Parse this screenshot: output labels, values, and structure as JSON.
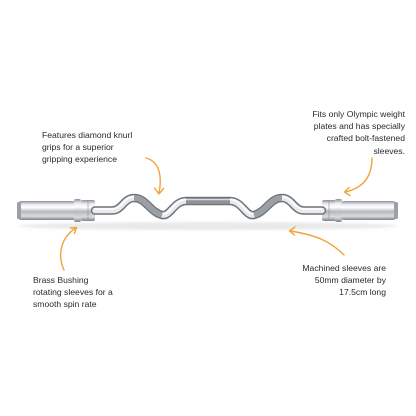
{
  "callouts": {
    "knurl": "Features diamond knurl\ngrips for a superior\ngripping experience",
    "olympic": "Fits only Olympic weight\nplates and has specially\ncrafted bolt-fastened\nsleeves.",
    "bushing": "Brass Bushing\nrotating sleeves for a\nsmooth spin rate",
    "sleeves": "Machined sleeves are\n50mm diameter by\n17.5cm long"
  },
  "colors": {
    "arrow": "#f2a33a",
    "text": "#2a2a2a",
    "chrome": "#c8ccd0"
  },
  "product_image": "ez-curl-barbell"
}
